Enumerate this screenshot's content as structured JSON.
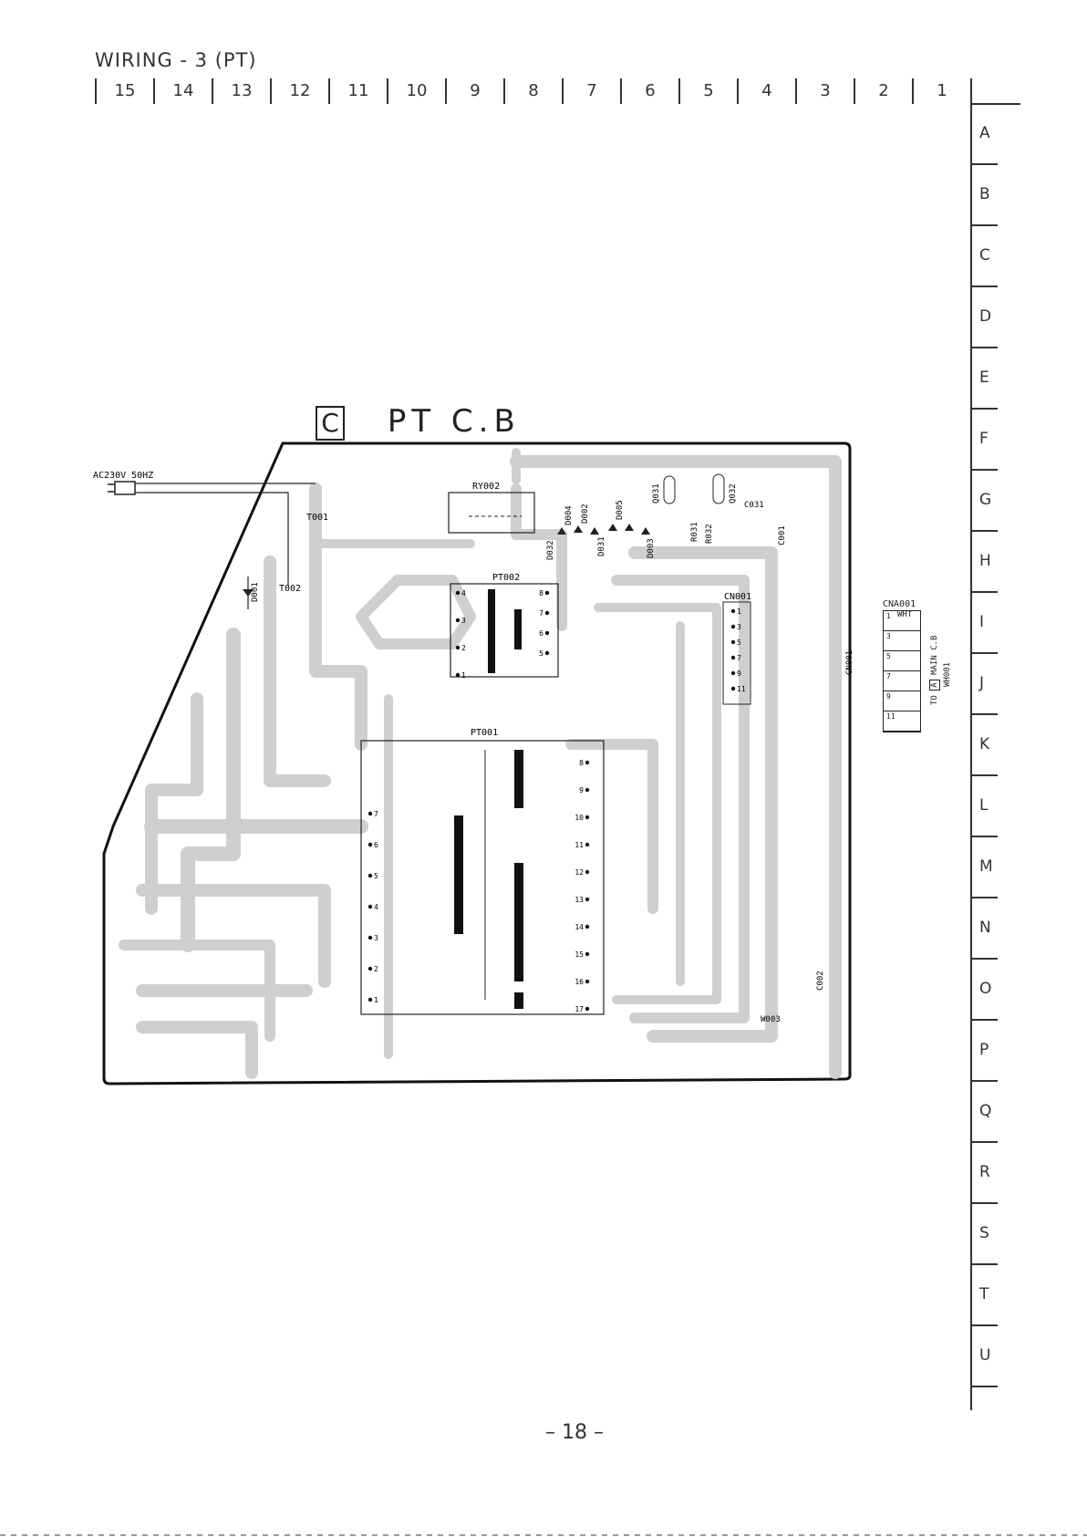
{
  "page_title": "WIRING - 3 (PT)",
  "columns": [
    "15",
    "14",
    "13",
    "12",
    "11",
    "10",
    "9",
    "8",
    "7",
    "6",
    "5",
    "4",
    "3",
    "2",
    "1"
  ],
  "rows": [
    "A",
    "B",
    "C",
    "D",
    "E",
    "F",
    "G",
    "H",
    "I",
    "J",
    "K",
    "L",
    "M",
    "N",
    "O",
    "P",
    "Q",
    "R",
    "S",
    "T",
    "U"
  ],
  "board": {
    "label_letter": "C",
    "label_text": "PT C.B",
    "power_label": "AC230V 50HZ",
    "components": {
      "t001": "T001",
      "t002": "T002",
      "d001": "D001",
      "ry002": "RY002",
      "d032": "D032",
      "d004": "D004",
      "d002": "D002",
      "d031": "D031",
      "d005": "D005",
      "d003": "D003",
      "q031": "Q031",
      "r031": "R031",
      "r032": "R032",
      "q032": "Q032",
      "c031": "C031",
      "c001": "C001",
      "pt002": "PT002",
      "pt001": "PT001",
      "cn001": "CN001",
      "cn001_side": "CN001",
      "cna001": "CNA001",
      "wht": "WHT",
      "main_cb": "MAIN C.B",
      "to": "TO",
      "to_letter": "A",
      "wh001": "WH001",
      "c002": "C002",
      "w003": "W003"
    },
    "pt002_pins": [
      "4",
      "3",
      "2",
      "1",
      "8",
      "7",
      "6",
      "5"
    ],
    "pt001_pins_left": [
      "7",
      "6",
      "5",
      "4",
      "3",
      "2",
      "1"
    ],
    "pt001_pins_right": [
      "8",
      "9",
      "10",
      "11",
      "12",
      "13",
      "14",
      "15",
      "16",
      "17"
    ],
    "cn001_pins": [
      "1",
      "3",
      "5",
      "7",
      "9",
      "11"
    ],
    "cna001_pins": [
      "1",
      "3",
      "5",
      "7",
      "9",
      "11"
    ]
  },
  "page_number": "– 18 –"
}
